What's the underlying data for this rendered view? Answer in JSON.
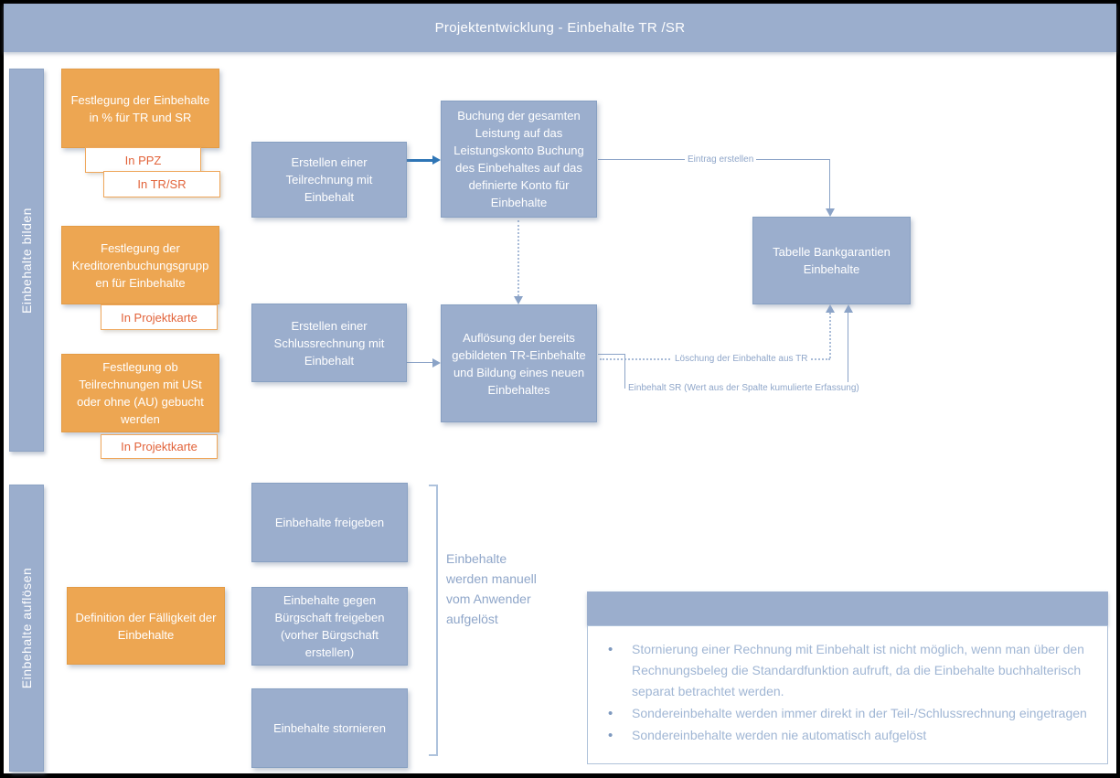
{
  "title": "Projektentwicklung - Einbehalte TR /SR",
  "lanes": {
    "build": "Einbehalte bilden",
    "release": "Einbehalte auflösen"
  },
  "setup": {
    "step1": {
      "label": "Festlegung der Einbehalte in % für TR und SR",
      "tag1": "In PPZ",
      "tag2": "In TR/SR"
    },
    "step2": {
      "label": "Festlegung der Kreditorenbuchungsgruppen für Einbehalte",
      "tag1": "In Projektkarte"
    },
    "step3": {
      "label": "Festlegung ob Teilrechnungen mit USt oder ohne (AU) gebucht werden",
      "tag1": "In Projektkarte"
    }
  },
  "process": {
    "teilrechnung": "Erstellen einer Teilrechnung mit Einbehalt",
    "buchung": "Buchung der gesamten Leistung auf das Leistungskonto Buchung des Einbehaltes auf das definierte Konto für Einbehalte",
    "schlussrechnung": "Erstellen einer Schlussrechnung mit Einbehalt",
    "aufloesung": "Auflösung der bereits gebildeten TR-Einbehalte und Bildung eines neuen Einbehaltes",
    "tabelle": "Tabelle Bankgarantien Einbehalte",
    "edge_eintrag": "Eintrag erstellen",
    "edge_loeschung": "Löschung der Einbehalte aus TR",
    "edge_einbehalt_sr": "Einbehalt SR (Wert aus der Spalte kumulierte Erfassung)"
  },
  "release": {
    "definition": "Definition der Fälligkeit der Einbehalte",
    "freigeben": "Einbehalte freigeben",
    "buergschaft": "Einbehalte gegen Bürgschaft freigeben (vorher Bürgschaft erstellen)",
    "stornieren": "Einbehalte stornieren",
    "manual_note": "Einbehalte werden manuell vom Anwender aufgelöst"
  },
  "notes": {
    "bullet1": "Stornierung einer Rechnung mit Einbehalt ist nicht möglich, wenn man über den Rechnungsbeleg die Standardfunktion aufruft, da die Einbehalte buchhalterisch separat betrachtet werden.",
    "bullet2": "Sondereinbehalte werden immer direkt in der Teil-/Schlussrechnung eingetragen",
    "bullet3": "Sondereinbehalte werden nie automatisch aufgelöst"
  },
  "colors": {
    "accent_blue": "#9BAECD",
    "accent_orange": "#EDA652",
    "arrow_blue": "#2E75B6",
    "line_blue": "#8BA3C7",
    "tag_text_orange": "#E2633A",
    "note_text_blue": "#A0B6D4",
    "frame_black": "#000000"
  }
}
